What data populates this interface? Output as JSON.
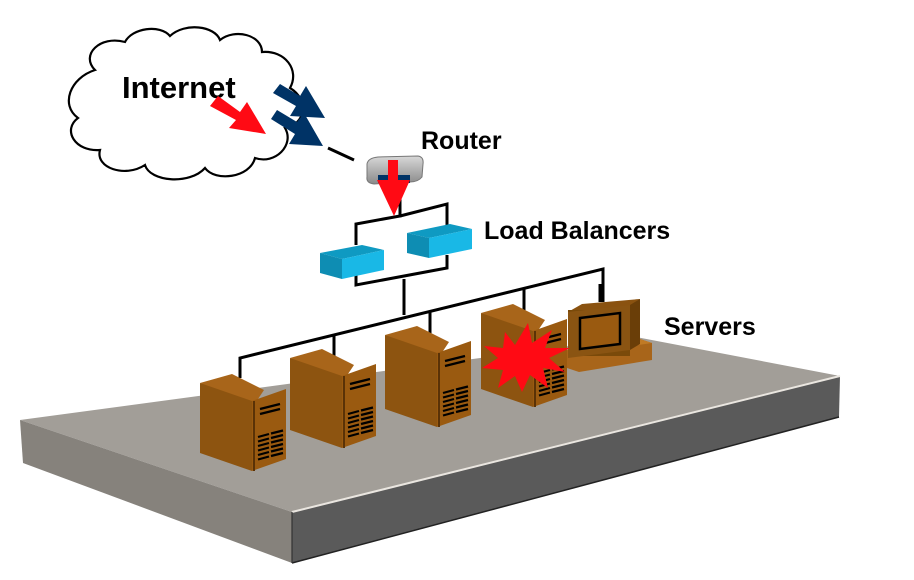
{
  "diagram": {
    "title": "Load balanced server farm",
    "labels": {
      "internet": "Internet",
      "router": "Router",
      "load_balancers": "Load Balancers",
      "servers": "Servers"
    },
    "nodes": [
      {
        "id": "internet",
        "type": "cloud",
        "label": "Internet"
      },
      {
        "id": "router",
        "type": "router",
        "label": "Router"
      },
      {
        "id": "lb1",
        "type": "load-balancer"
      },
      {
        "id": "lb2",
        "type": "load-balancer"
      },
      {
        "id": "server1",
        "type": "tower-server"
      },
      {
        "id": "server2",
        "type": "tower-server"
      },
      {
        "id": "server3",
        "type": "tower-server"
      },
      {
        "id": "server4",
        "type": "tower-server",
        "status": "failed"
      },
      {
        "id": "server5",
        "type": "desktop-server"
      }
    ],
    "edges": [
      {
        "from": "internet",
        "to": "router"
      },
      {
        "from": "router",
        "to": "lb1"
      },
      {
        "from": "router",
        "to": "lb2"
      },
      {
        "from": "lb1",
        "to": "server-bus"
      },
      {
        "from": "lb2",
        "to": "server-bus"
      }
    ],
    "traffic_arrows": [
      {
        "color": "red",
        "meaning": "request into internet cloud"
      },
      {
        "color": "navy",
        "meaning": "incoming traffic"
      },
      {
        "color": "navy",
        "meaning": "incoming traffic"
      },
      {
        "color": "red",
        "meaning": "request forwarded from router to load balancers"
      }
    ],
    "colors": {
      "red_arrow": "#ff0a14",
      "navy_arrow": "#003366",
      "load_balancer": "#19b8e6",
      "server": "#9a5a10",
      "platform_top": "#a29e98",
      "platform_side": "#5a5a5a"
    }
  }
}
